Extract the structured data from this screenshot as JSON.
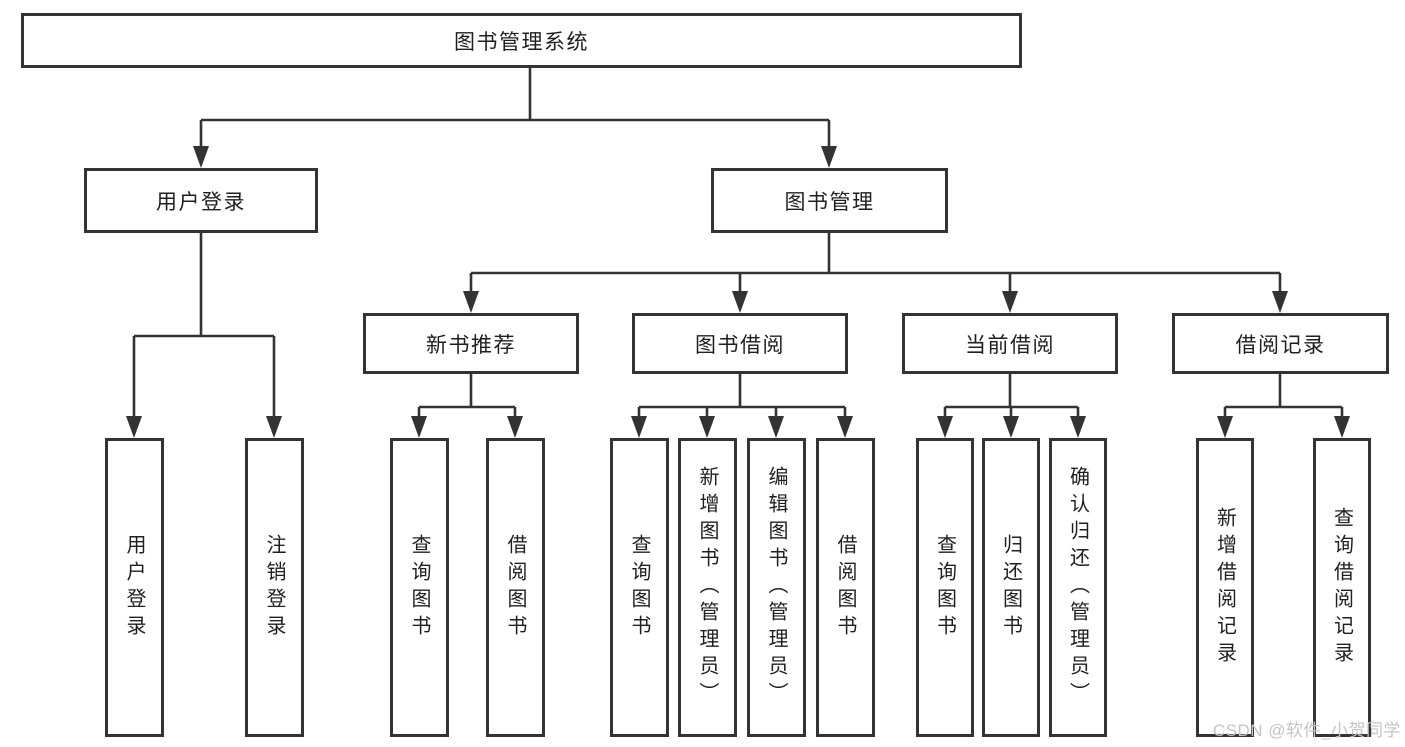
{
  "tree": {
    "label": "图书管理系统",
    "children": [
      {
        "label": "用户登录",
        "children": [
          {
            "label": "用户登录"
          },
          {
            "label": "注销登录"
          }
        ]
      },
      {
        "label": "图书管理",
        "children": [
          {
            "label": "新书推荐",
            "children": [
              {
                "label": "查询图书"
              },
              {
                "label": "借阅图书"
              }
            ]
          },
          {
            "label": "图书借阅",
            "children": [
              {
                "label": "查询图书"
              },
              {
                "label": "新增图书（管理员）"
              },
              {
                "label": "编辑图书（管理员）"
              },
              {
                "label": "借阅图书"
              }
            ]
          },
          {
            "label": "当前借阅",
            "children": [
              {
                "label": "查询图书"
              },
              {
                "label": "归还图书"
              },
              {
                "label": "确认归还（管理员）"
              }
            ]
          },
          {
            "label": "借阅记录",
            "children": [
              {
                "label": "新增借阅记录"
              },
              {
                "label": "查询借阅记录"
              }
            ]
          }
        ]
      }
    ]
  },
  "watermark": {
    "text": "CSDN @软件_小贺同学"
  },
  "colors": {
    "line": "#333333",
    "box_border": "#333333",
    "text": "#1f1f1f",
    "watermark": "#c4c4c4",
    "background": "#ffffff"
  }
}
